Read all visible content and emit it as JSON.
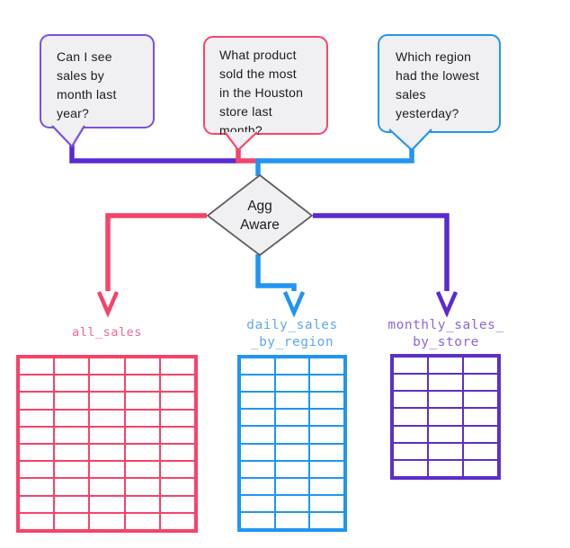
{
  "colors": {
    "background": "#ffffff",
    "bubble_fill": "#f0eff1",
    "text": "#1c1c1c",
    "purple_border": "#7b50de",
    "pink_border": "#f6466d",
    "blue_border": "#2196f3",
    "purple_line": "#5a2ad2",
    "pink_line": "#f64369",
    "blue_line": "#2095f2",
    "purple_table": "#5c2fc8",
    "pink_table": "#f64369",
    "blue_table": "#2095f2",
    "purple_label": "#8f66d9",
    "pink_label": "#ec6c8d",
    "blue_label": "#61a9ea",
    "diamond_fill": "#f0eff1",
    "diamond_border": "#5e5e5e",
    "arrow_fill": "#ffffff"
  },
  "questions": [
    {
      "text": "Can I see\nsales by\nmonth last\nyear?"
    },
    {
      "text": "What product\nsold the most\nin the Houston\nstore last\nmonth?"
    },
    {
      "text": "Which region\nhad the lowest\nsales\nyesterday?"
    }
  ],
  "decision_node": {
    "label": "Agg\nAware"
  },
  "tables": [
    {
      "label": "all_sales",
      "rows": 10,
      "cols": 5
    },
    {
      "label": "daily_sales\n_by_region",
      "rows": 10,
      "cols": 3
    },
    {
      "label": "monthly_sales_\nby_store",
      "rows": 7,
      "cols": 3
    }
  ]
}
